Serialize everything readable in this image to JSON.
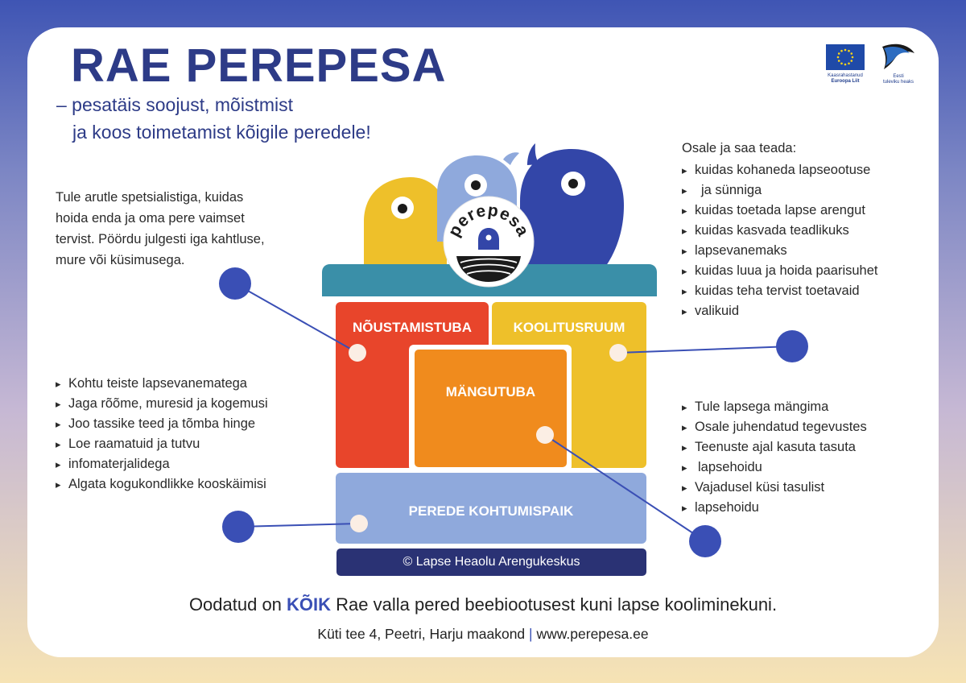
{
  "header": {
    "title": "RAE PEREPESA",
    "subtitle_line1": "– pesatäis soojust, mõistmist",
    "subtitle_line2": "ja koos toimetamist kõigile peredele!"
  },
  "logos": {
    "eu_text_line1": "Kaasrahastanud",
    "eu_text_line2": "Euroopa Liit",
    "estonia_text_line1": "Eesti",
    "estonia_text_line2": "tuleviku heaks"
  },
  "center_logo_text": "perepesa",
  "rooms": {
    "noustamistuba": "NÕUSTAMISTUBA",
    "koolitusruum": "KOOLITUSRUUM",
    "mangutuba": "MÄNGUTUBA",
    "perede_kohtumispaik": "PEREDE KOHTUMISPAIK"
  },
  "copyright": "© Lapse Heaolu Arengukeskus",
  "left_top_paragraph": {
    "line1": "Tule arutle spetsialistiga, kuidas",
    "line2": "hoida enda ja oma pere vaimset",
    "line3": "tervist. Pöördu julgesti iga kahtluse,",
    "line4": "mure või küsimusega."
  },
  "right_top": {
    "lead": "Osale ja saa teada:",
    "items": [
      "kuidas kohaneda lapseootuse",
      "ja sünniga",
      "kuidas toetada lapse arengut",
      "kuidas kasvada teadlikuks",
      "lapsevanemaks",
      "kuidas luua ja hoida paarisuhet",
      "kuidas teha tervist toetavaid",
      "valikuid"
    ]
  },
  "left_bottom": {
    "items": [
      "Kohtu teiste lapsevanematega",
      "Jaga rõõme, muresid ja kogemusi",
      "Joo tassike teed ja tõmba hinge",
      "Loe raamatuid ja tutvu",
      "infomaterjalidega",
      "Algata kogukondlikke kooskäimisi"
    ]
  },
  "right_bottom": {
    "items": [
      "Tule lapsega mängima",
      "Osale juhendatud tegevustes",
      "Teenuste ajal kasuta tasuta",
      "lapsehoidu",
      "Vajadusel küsi tasulist",
      "lapsehoidu"
    ]
  },
  "footer": {
    "line1_before": "Oodatud on ",
    "line1_keyword": "KÕIK",
    "line1_after": " Rae valla pered beebiootusest kuni lapse kooliminekuni.",
    "address": "Küti tee 4, Peetri, Harju maakond",
    "separator": "|",
    "website": "www.perepesa.ee"
  },
  "colors": {
    "navy": "#2d3b87",
    "red": "#e8452b",
    "orange": "#f08b1d",
    "yellow": "#eec02a",
    "light_blue": "#8fa9dc",
    "teal": "#3a8fa8",
    "dot_blue": "#3a4fb5"
  }
}
